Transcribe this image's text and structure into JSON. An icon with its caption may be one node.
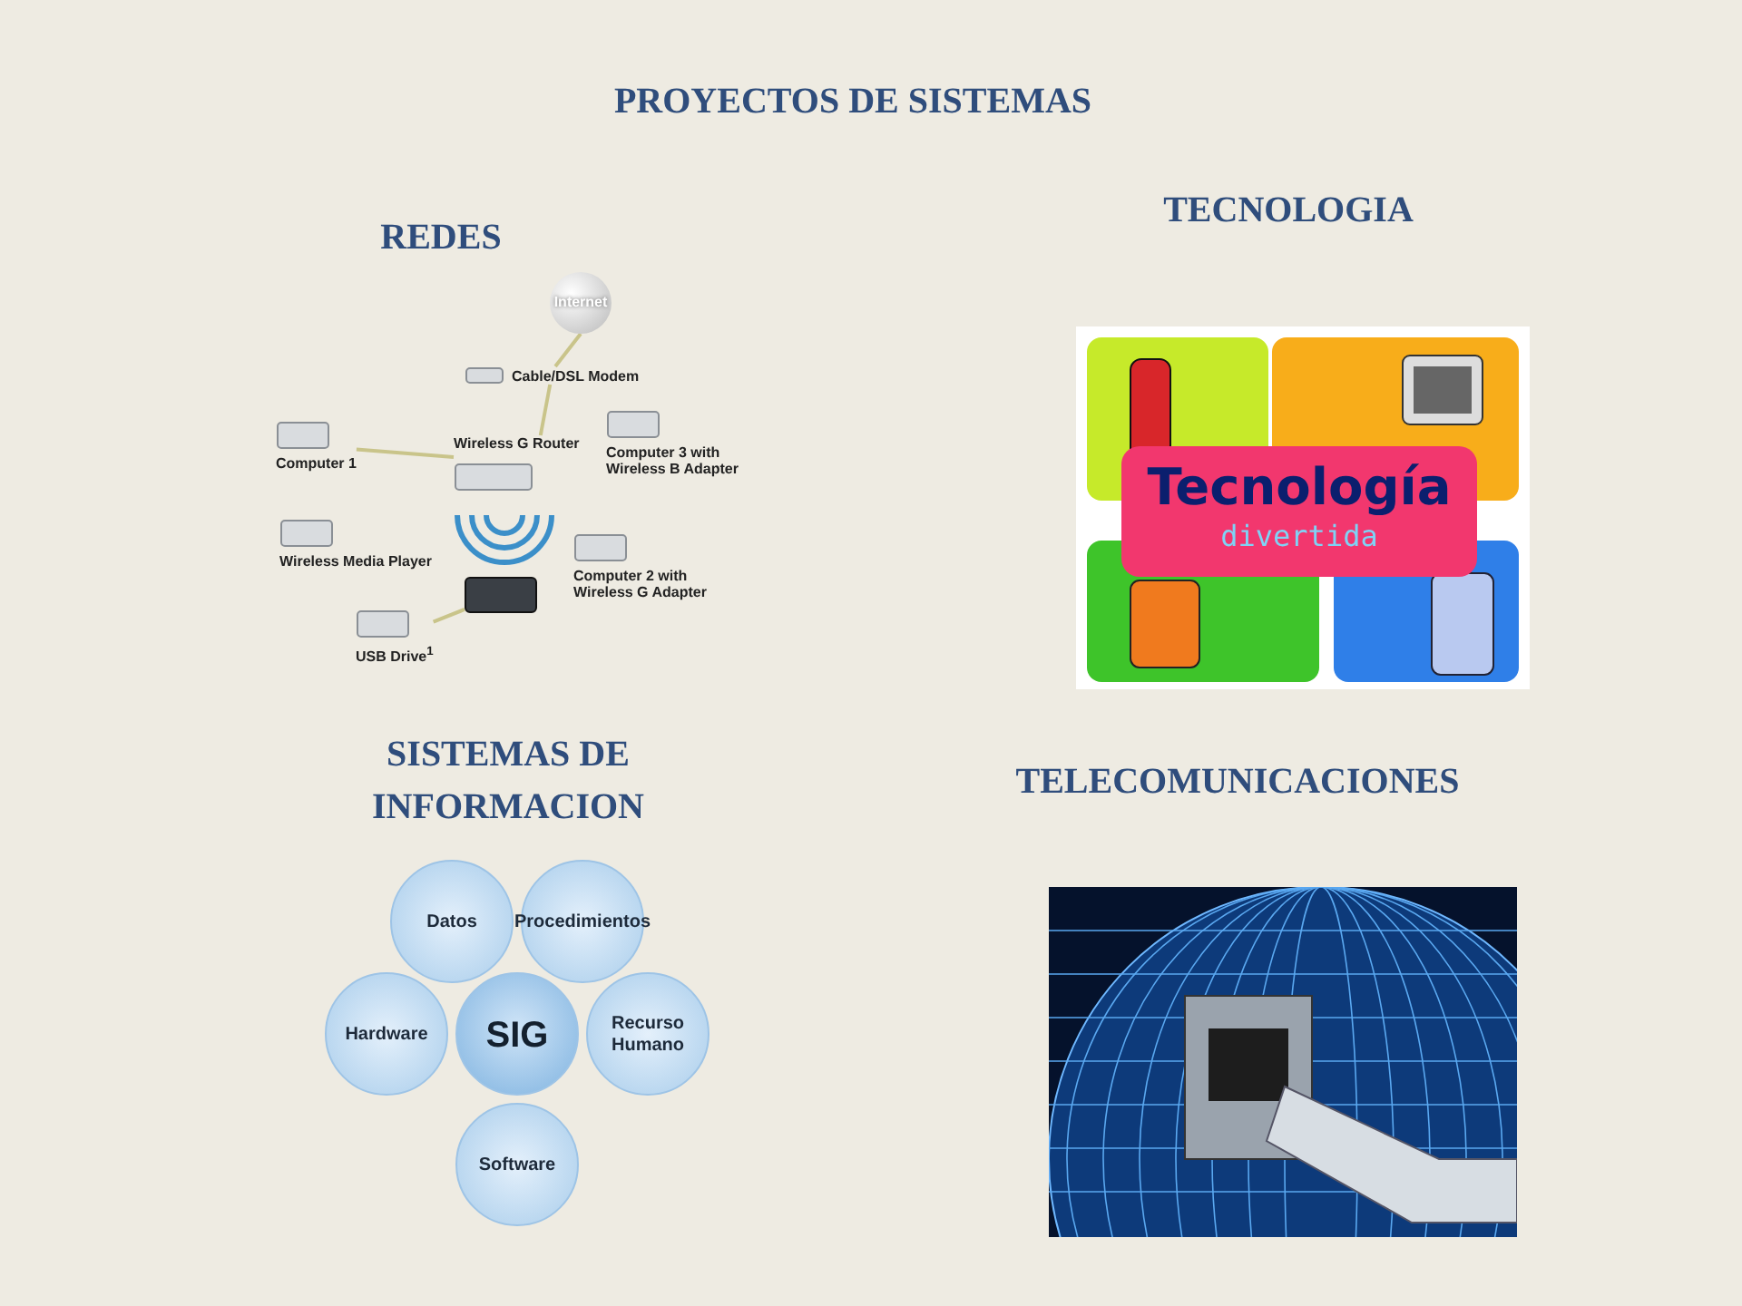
{
  "diagram": {
    "title": "PROYECTOS DE SISTEMAS",
    "nodes": [
      {
        "text": [
          "Internet"
        ]
      },
      {
        "text": [
          "Cable/DSL Modem"
        ]
      },
      {
        "text": [
          "Wireless G Router"
        ]
      },
      {
        "text": [
          "Computer 1"
        ]
      },
      {
        "text": [
          "Computer 3 with Wireless B Adapter"
        ]
      },
      {
        "text": [
          "Wireless Media Player"
        ]
      },
      {
        "text": [],
        "shape": "box"
      },
      {
        "text": [
          "Computer 2 with Wireless G Adapter"
        ]
      },
      {
        "text": [
          "USB Drive$^{1}$"
        ]
      },
      {
        "text": [
          "Tecnología",
          "divertida"
        ]
      },
      {
        "text": [
          "Datos"
        ]
      },
      {
        "text": [
          "Procedimientos"
        ]
      },
      {
        "text": [
          "Hardware"
        ]
      },
      {
        "text": [
          "SIG"
        ]
      },
      {
        "text": [
          "Recurso Humano"
        ]
      },
      {
        "text": [
          "Software"
        ]
      }
    ],
    "edges": [
      {
        "from": 0,
        "to": 1,
        "arrow": "none"
      },
      {
        "from": 1,
        "to": 2,
        "arrow": "none"
      },
      {
        "from": 2,
        "to": 3,
        "arrow": "none"
      },
      {
        "from": 6,
        "to": 8,
        "arrow": "none"
      }
    ],
    "labels": [
      "TECNOLOGIA",
      "REDES",
      "SISTEMAS DE INFORMACION",
      "TELECOMUNICACIONES"
    ]
  }
}
